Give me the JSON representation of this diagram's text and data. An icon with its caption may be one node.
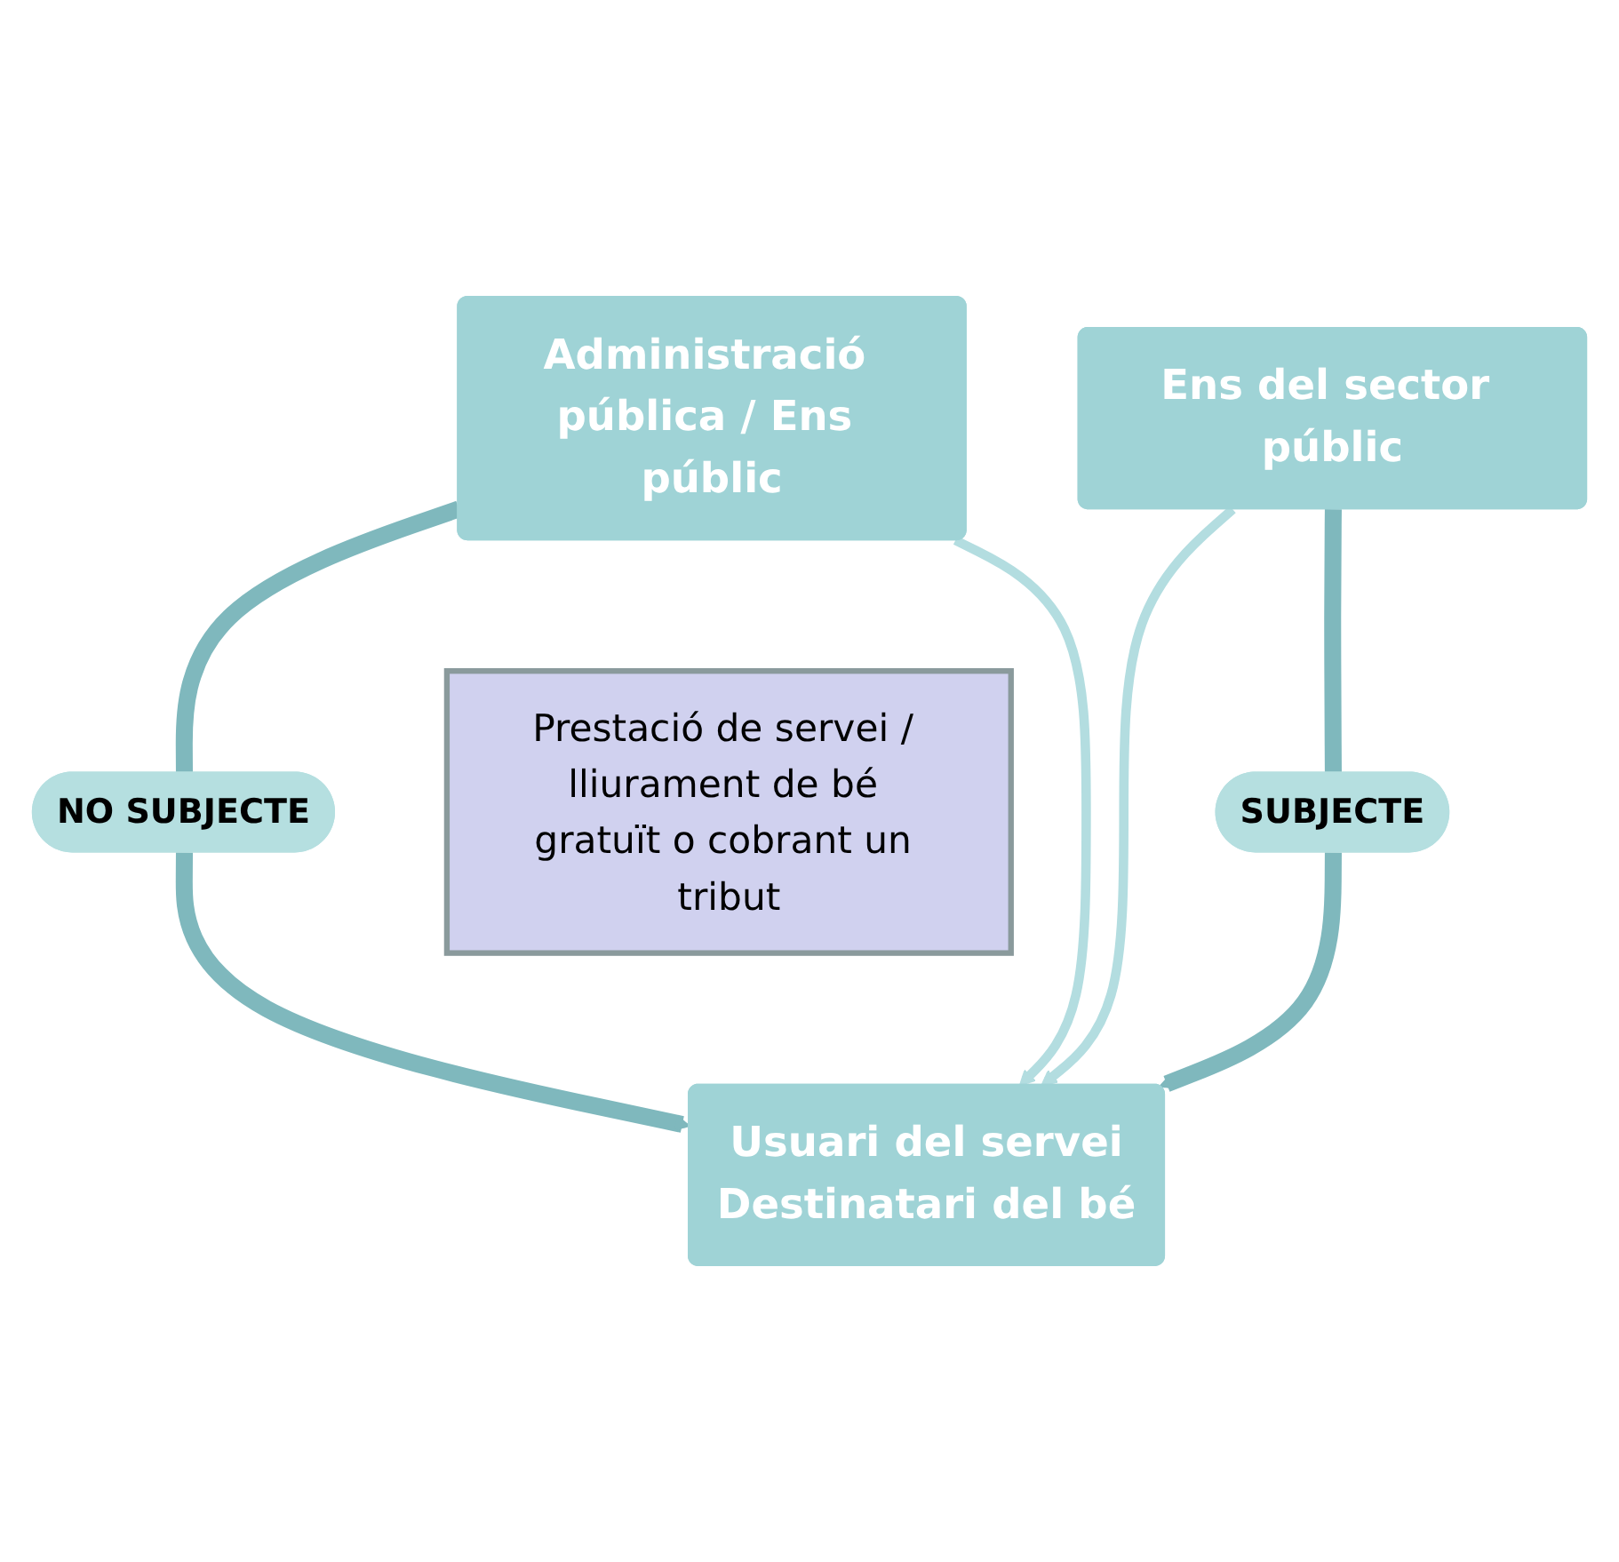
{
  "diagram": {
    "nodes": [
      {
        "text": [
          "Administració pública / Ens públic"
        ]
      },
      {
        "text": [
          "Ens del sector públic"
        ]
      },
      {
        "text": [
          "Prestació de servei / lliurament de bé gratuït o cobrant un tribut"
        ]
      },
      {
        "text": [
          "Usuari del servei",
          "Destinatari del bé"
        ]
      },
      {
        "text": [
          "NO SUBJECTE"
        ]
      },
      {
        "text": [
          "SUBJECTE"
        ]
      }
    ],
    "edges": [
      {
        "from": 0,
        "to": 4,
        "arrow": "none"
      },
      {
        "from": 4,
        "to": 3,
        "arrow": "to"
      },
      {
        "from": 0,
        "to": 3,
        "arrow": "to",
        "color": "#b3dde0"
      },
      {
        "from": 1,
        "to": 3,
        "arrow": "to",
        "color": "#b3dde0"
      },
      {
        "from": 1,
        "to": 5,
        "arrow": "none"
      },
      {
        "from": 5,
        "to": 3,
        "arrow": "to"
      }
    ]
  }
}
